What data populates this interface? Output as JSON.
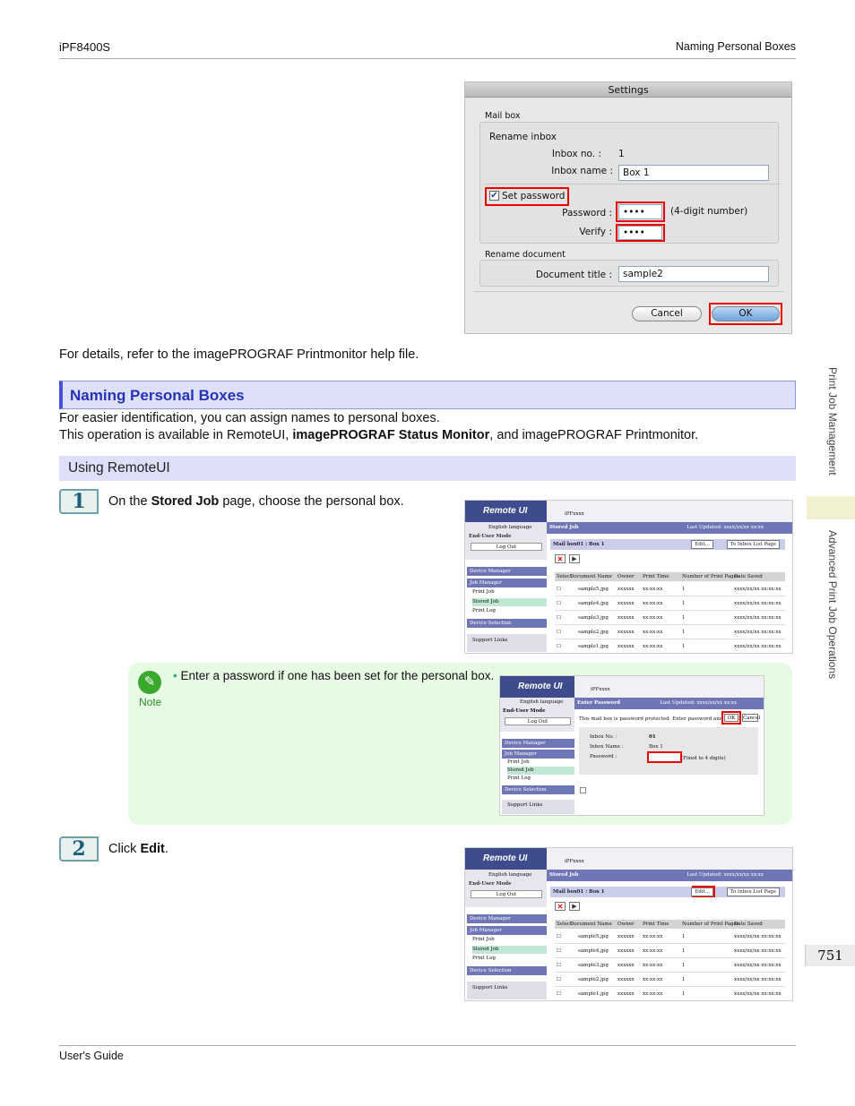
{
  "header": {
    "model": "iPF8400S",
    "section": "Naming Personal Boxes"
  },
  "footer": {
    "guide": "User's Guide"
  },
  "sidetab": {
    "chapter": "Print Job Management",
    "section": "Advanced Print Job Operations",
    "page": "751"
  },
  "settings_dialog": {
    "title": "Settings",
    "mailbox_label": "Mail box",
    "rename_inbox": "Rename inbox",
    "inbox_no_label": "Inbox no. :",
    "inbox_no_value": "1",
    "inbox_name_label": "Inbox name :",
    "inbox_name_value": "Box 1",
    "set_password": "Set password",
    "password_label": "Password :",
    "password_value": "••••",
    "password_hint": "(4-digit number)",
    "verify_label": "Verify :",
    "verify_value": "••••",
    "rename_document": "Rename document",
    "document_title_label": "Document title :",
    "document_title_value": "sample2",
    "cancel": "Cancel",
    "ok": "OK"
  },
  "body": {
    "details": "For details, refer to the imagePROGRAF Printmonitor help file.",
    "section_title": "Naming Personal Boxes",
    "intro1": "For easier identification, you can assign names to personal boxes.",
    "intro2_a": "This operation is available in RemoteUI, ",
    "intro2_b": "imagePROGRAF Status Monitor",
    "intro2_c": ", and imagePROGRAF Printmonitor.",
    "subsection": "Using RemoteUI",
    "step1_num": "1",
    "step1_a": "On the ",
    "step1_b": "Stored Job",
    "step1_c": " page, choose the personal box.",
    "note_label": "Note",
    "note_text": "Enter a password if one has been set for the personal box.",
    "step2_num": "2",
    "step2_a": "Click ",
    "step2_b": "Edit",
    "step2_c": "."
  },
  "remote_ui": {
    "logo": "Remote UI",
    "device": "iPFxxxx",
    "lang": "English language",
    "mode": "End-User Mode",
    "logout": "Log Out",
    "nav_device_manager": "Device Manager",
    "nav_job_manager": "Job Manager",
    "nav_print_job": "Print Job",
    "nav_stored_job": "Stored Job",
    "nav_print_log": "Print Log",
    "nav_device_selection": "Device Selection",
    "nav_support": "Support Links",
    "page_title": "Stored Job",
    "last_updated": "Last Updated: xxxx/xx/xx xx:xx",
    "mailbox": "Mail box01 : Box 1",
    "edit": "Edit...",
    "to_inbox": "To Inbox List Page",
    "columns": [
      "Select",
      "Document Name",
      "Owner",
      "Print Time",
      "Number of Print Pages",
      "Date Saved"
    ],
    "rows": [
      [
        "sample5.jpg",
        "xxxxxx",
        "xx:xx:xx",
        "1",
        "xxxx/xx/xx xx:xx:xx"
      ],
      [
        "sample4.jpg",
        "xxxxxx",
        "xx:xx:xx",
        "1",
        "xxxx/xx/xx xx:xx:xx"
      ],
      [
        "sample3.jpg",
        "xxxxxx",
        "xx:xx:xx",
        "1",
        "xxxx/xx/xx xx:xx:xx"
      ],
      [
        "sample2.jpg",
        "xxxxxx",
        "xx:xx:xx",
        "1",
        "xxxx/xx/xx xx:xx:xx"
      ],
      [
        "sample1.jpg",
        "xxxxxx",
        "xx:xx:xx",
        "1",
        "xxxx/xx/xx xx:xx:xx"
      ]
    ],
    "enter_password_title": "Enter Password",
    "enter_password_msg": "This mail box is password protected. Enter password and click OK.",
    "ok": "OK",
    "cancel": "Cancel",
    "inbox_no_label": "Inbox No. :",
    "inbox_no_value": "01",
    "inbox_name_label": "Inbox Name :",
    "inbox_name_value": "Box 1",
    "password_label": "Password :",
    "password_hint": "(Fixed to 4 digits)"
  }
}
